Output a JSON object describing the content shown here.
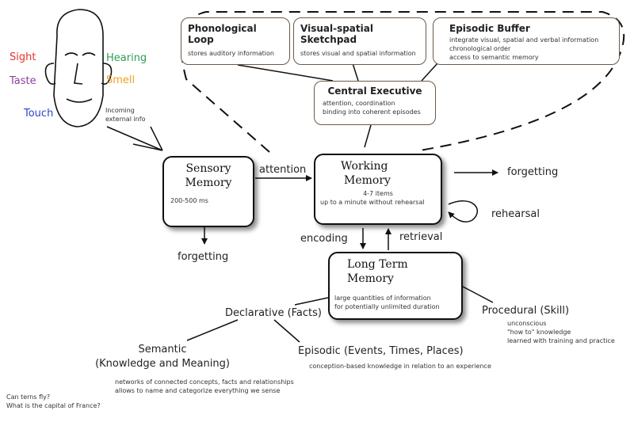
{
  "senses": {
    "sight": "Sight",
    "taste": "Taste",
    "touch": "Touch",
    "hearing": "Hearing",
    "smell": "Smell",
    "input_label": [
      "Incoming",
      "external info"
    ],
    "colors": {
      "sight": "#e8332a",
      "taste": "#8e3fa0",
      "touch": "#2f45c9",
      "hearing": "#2e9e55",
      "smell": "#f0a020"
    }
  },
  "working_memory_components": {
    "phonological_loop": {
      "title": "Phonological Loop",
      "desc": [
        "stores auditory information"
      ]
    },
    "visuospatial_sketchpad": {
      "title": "Visual-spatial Sketchpad",
      "desc": [
        "stores visual and spatial information"
      ]
    },
    "episodic_buffer": {
      "title": "Episodic Buffer",
      "desc": [
        "integrate visual, spatial and verbal information",
        "chronological order",
        "access to semantic memory"
      ]
    },
    "central_executive": {
      "title": "Central Executive",
      "desc": [
        "attention, coordination",
        "binding into coherent episodes"
      ]
    }
  },
  "stores": {
    "sensory": {
      "title": [
        "Sensory",
        "Memory"
      ],
      "detail": [
        "200-500 ms"
      ]
    },
    "working": {
      "title": [
        "Working",
        "Memory"
      ],
      "detail": [
        "4-7 items",
        "up to a minute without rehearsal"
      ]
    },
    "long_term": {
      "title": [
        "Long Term",
        "Memory"
      ],
      "detail": [
        "large quantities of information",
        "for potentially unlimited duration"
      ]
    }
  },
  "flows": {
    "attention": "attention",
    "forgetting_sensory": "forgetting",
    "forgetting_working": "forgetting",
    "rehearsal": "rehearsal",
    "encoding": "encoding",
    "retrieval": "retrieval"
  },
  "long_term_types": {
    "declarative": {
      "title": "Declarative (Facts)"
    },
    "procedural": {
      "title": "Procedural (Skill)",
      "desc": [
        "unconscious",
        "\"how to\" knowledge",
        "learned with training and practice"
      ]
    },
    "semantic": {
      "title": [
        "Semantic",
        "(Knowledge and Meaning)"
      ],
      "desc": [
        "networks of connected concepts, facts and relationships",
        "allows to name and categorize everything we sense"
      ]
    },
    "episodic": {
      "title": "Episodic (Events, Times, Places)",
      "desc": [
        "conception-based knowledge in relation to an experience"
      ]
    }
  },
  "examples": [
    "Can terns fly?",
    "What is the capital of France?"
  ]
}
